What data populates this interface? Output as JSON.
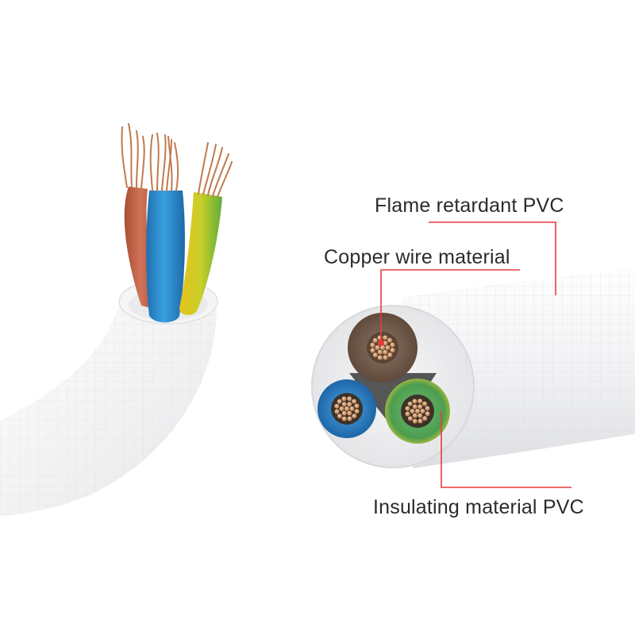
{
  "labels": {
    "flame_retardant": "Flame retardant PVC",
    "copper_wire": "Copper wire material",
    "insulating": "Insulating material PVC"
  },
  "colors": {
    "background": "#ffffff",
    "sheath": "#f1f2f3",
    "leader_line": "#e83a3a",
    "wire_brown": "#c8664a",
    "wire_blue": "#2f8fd0",
    "wire_yellow_green": "#a9c93a",
    "copper": "#c98a5a"
  },
  "icons": [
    "cable-three-core-icon",
    "cable-cross-section-icon"
  ]
}
